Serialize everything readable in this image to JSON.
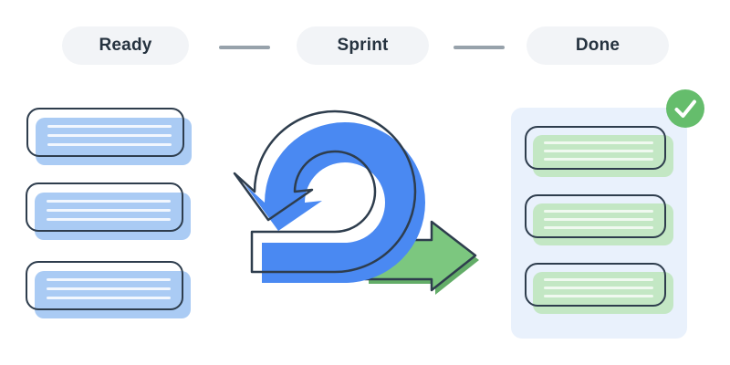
{
  "pills": {
    "ready": {
      "label": "Ready"
    },
    "sprint": {
      "label": "Sprint"
    },
    "done": {
      "label": "Done"
    }
  },
  "board": {
    "ready_column": {
      "cards": 3,
      "placeholder_lines_per_card": 3,
      "card_fill_color": "#AACBF4"
    },
    "done_column": {
      "cards": 3,
      "placeholder_lines_per_card": 3,
      "card_fill_color": "#C3E7C4",
      "panel_color": "#E9F1FC",
      "badge": "check-icon"
    }
  },
  "sprint_icon": {
    "name": "sprint-loop-with-forward-arrow",
    "loop_color": "#4A89F2",
    "forward_arrow_color": "#7CC77F",
    "forward_arrow_shadow_color": "#63AD68",
    "outline_color": "#2E3D4D"
  },
  "colors": {
    "pill_background": "#F2F4F7",
    "label_text": "#25323F",
    "connector": "#97A2AB",
    "check_badge": "#65BD6C",
    "page_background": "#FFFFFF"
  }
}
